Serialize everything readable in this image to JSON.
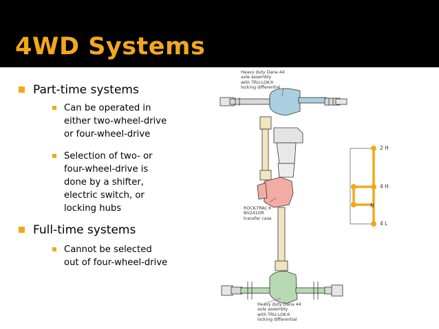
{
  "slide": {
    "title": "4WD Systems",
    "bullets": [
      {
        "label": "Part-time systems",
        "sub": [
          {
            "lines": [
              "Can be operated in",
              "either two-wheel-drive",
              "or four-wheel-drive"
            ]
          },
          {
            "lines": [
              "Selection of two- or",
              "four-wheel-drive is",
              "done by a shifter,",
              "electric switch, or",
              "locking hubs"
            ]
          }
        ]
      },
      {
        "label": "Full-time systems",
        "sub": [
          {
            "lines": [
              "Cannot be selected",
              "out of four-wheel-drive"
            ]
          }
        ]
      }
    ]
  },
  "diagram": {
    "front_axle_caption": [
      "Heavy duty Dana 44",
      "axle assembly",
      "with TRU-LOK®",
      "locking differential"
    ],
    "transfer_case_caption": [
      "ROCK-TRAC®",
      "NV241OR",
      "transfer case"
    ],
    "rear_axle_caption": [
      "Heavy duty Dana 44",
      "axle assembly",
      "with TRU-LOK®",
      "locking differential"
    ],
    "shift_positions": [
      "2 H",
      "4 H",
      "N",
      "4 L"
    ]
  },
  "colors": {
    "title": "#f2a81c",
    "bullet_marker": "#f2a81c",
    "shift_pattern": "#f2a81c",
    "front_axle": "#a9cfe0",
    "transfer_case": "#f3aca4",
    "rear_axle": "#b8d9b4",
    "driveshaft": "#efe6c0"
  }
}
